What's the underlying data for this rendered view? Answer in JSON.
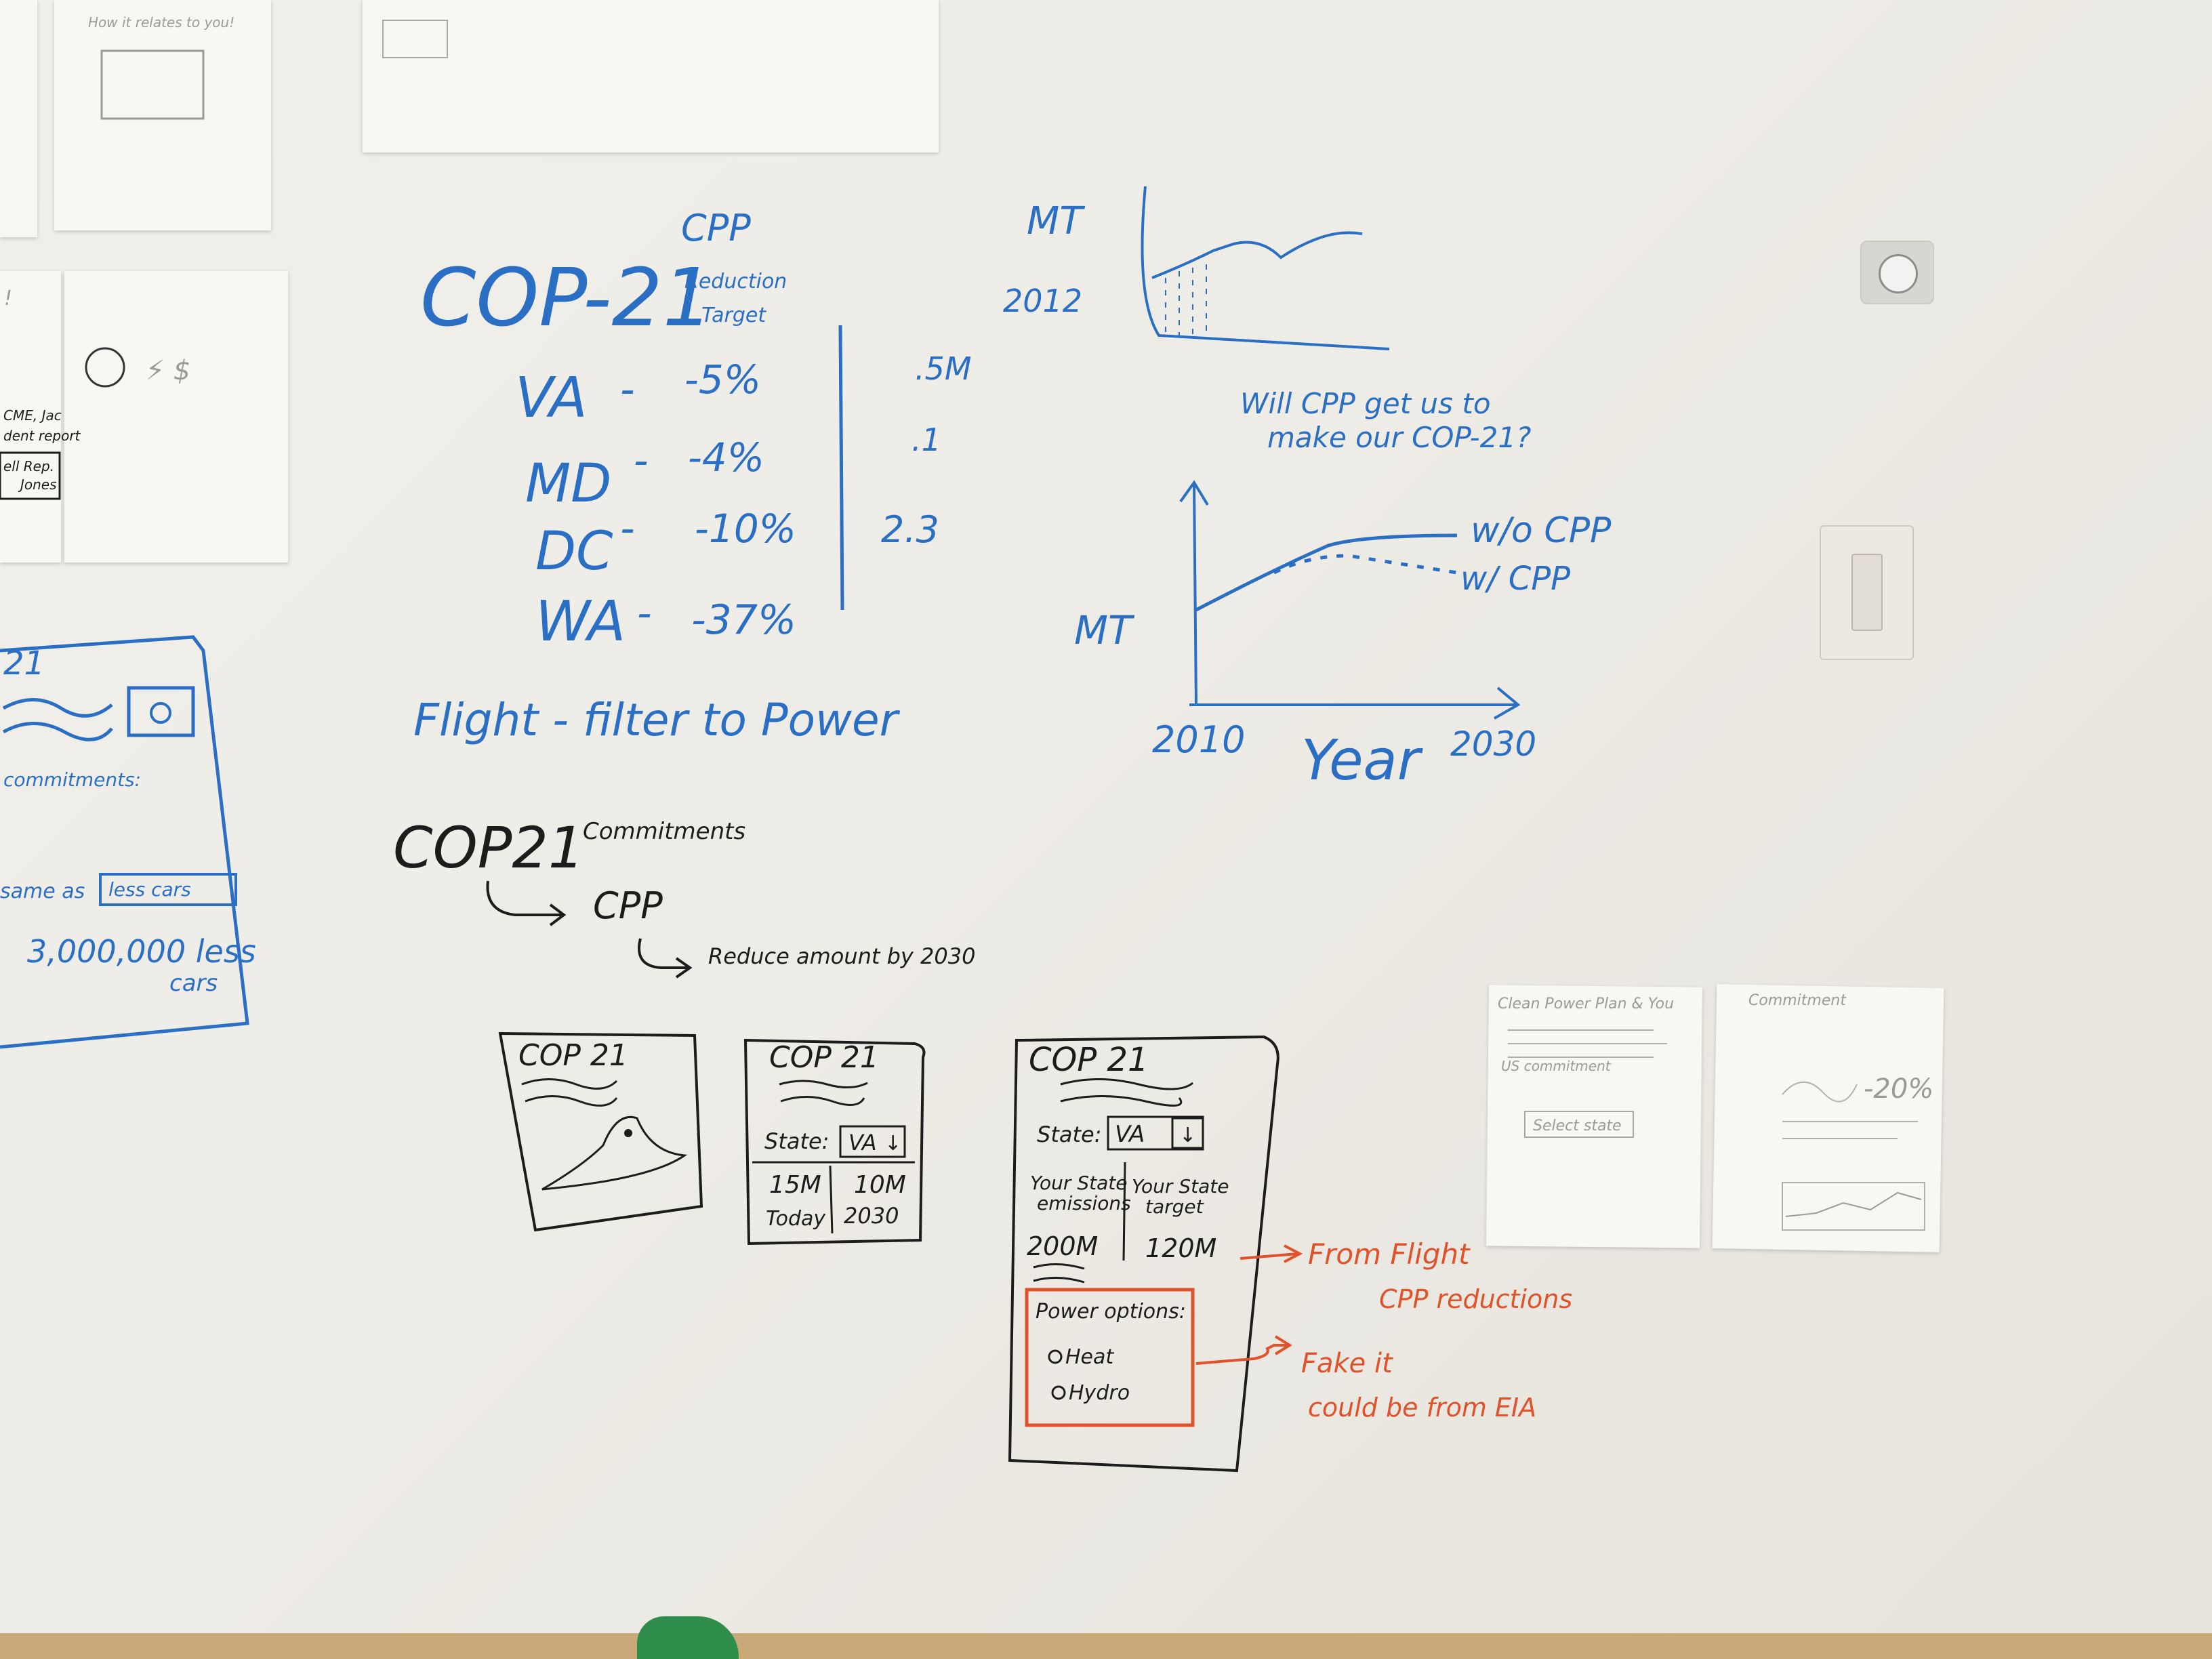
{
  "colors": {
    "blue_marker": "#2a6fc4",
    "black_marker": "#1c1c1c",
    "orange_marker": "#e0522a",
    "whiteboard": "#eeece6"
  },
  "table": {
    "heading_left": "COP-21",
    "heading_col": "CPP",
    "heading_sub1": "Reduction",
    "heading_sub2": "Target",
    "rows": [
      {
        "state": "VA",
        "pct": "-5%",
        "extra": ".5M"
      },
      {
        "state": "MD",
        "pct": "-4%",
        "extra": ".1"
      },
      {
        "state": "DC",
        "pct": "-10%",
        "extra": "2.3"
      },
      {
        "state": "WA",
        "pct": "-37%",
        "extra": ""
      }
    ]
  },
  "flight_note": "Flight - filter to Power",
  "small_chart": {
    "ylabel": "MT",
    "xlabel": "2012"
  },
  "question": {
    "line1": "Will CPP get us to",
    "line2": "make our COP-21?"
  },
  "main_chart": {
    "ylabel": "MT",
    "xlabel": "Year",
    "x_start": "2010",
    "x_end": "2030",
    "series_1": "w/o CPP",
    "series_2": "w/ CPP"
  },
  "flow": {
    "top": "COP21",
    "top_note": "Commitments",
    "mid": "CPP",
    "bottom": "Reduce amount by 2030"
  },
  "sketch1": {
    "title": "COP 21"
  },
  "sketch2": {
    "title": "COP 21",
    "state_label": "State:",
    "state_value": "VA",
    "val_today": "15M",
    "val_2030": "10M",
    "lbl_today": "Today",
    "lbl_2030": "2030"
  },
  "sketch3": {
    "title": "COP 21",
    "state_label": "State:",
    "state_value": "VA",
    "col1_line1": "Your State",
    "col1_line2": "emissions",
    "col2_line1": "Your State",
    "col2_line2": "target",
    "val1": "200M",
    "val2": "120M",
    "power_title": "Power options:",
    "option1": "Heat",
    "option2": "Hydro"
  },
  "orange_notes": {
    "note1_line1": "From Flight",
    "note1_line2": "CPP reductions",
    "note2_line1": "Fake it",
    "note2_line2": "could be from EIA"
  },
  "left_sketch": {
    "title": "21",
    "commitments": "commitments:",
    "same_as": "same as",
    "dropdown": "less cars",
    "big_number": "3,000,000 less",
    "cars": "cars"
  },
  "left_papers": {
    "top_note": "How it relates to you!",
    "mid_note1": "CME, Jac",
    "mid_note2": "dent report",
    "mid_note3": "ell Rep.",
    "mid_note4": "Jones",
    "exclaim": "!"
  },
  "paper_right1": {
    "title": "Clean Power Plan & You",
    "line": "US commitment",
    "button": "Select state"
  },
  "paper_right2": {
    "title": "Commitment",
    "big": "-20%"
  }
}
